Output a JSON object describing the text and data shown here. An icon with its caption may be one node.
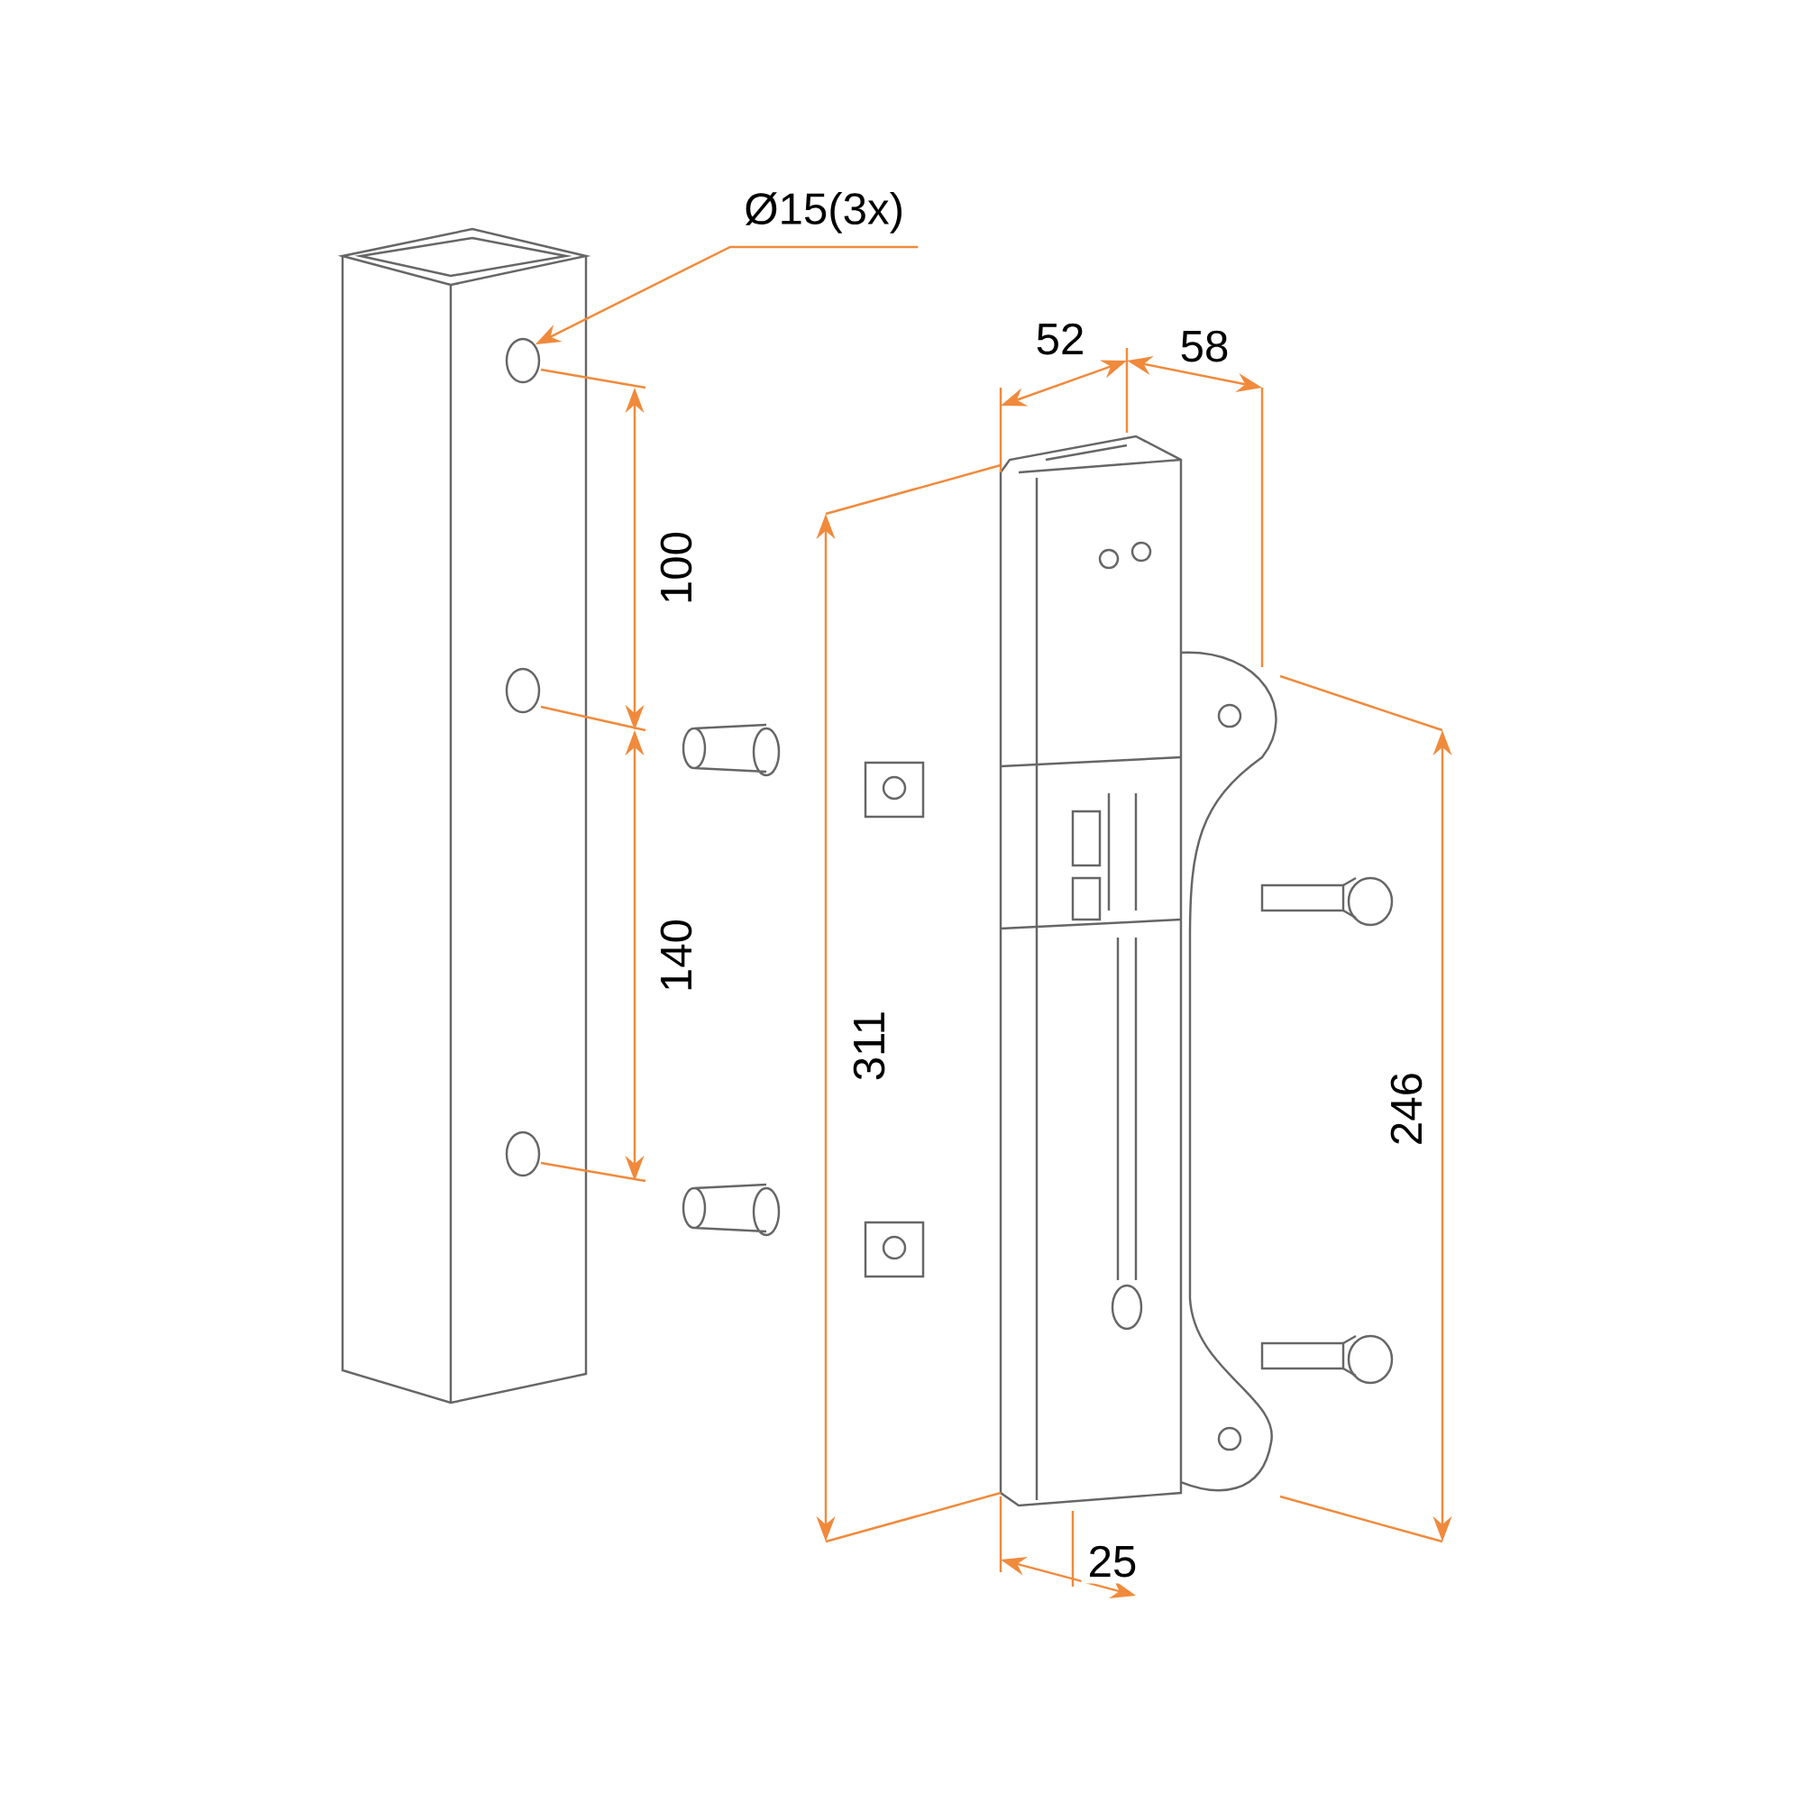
{
  "diagram": {
    "nodes": [
      {
        "text": [
          "Ø15(3x)"
        ]
      },
      {
        "text": [],
        "shape": "circle"
      }
    ],
    "edges": [
      {
        "from": 0,
        "to": 1,
        "arrow": "to"
      }
    ],
    "labels": [
      "52",
      "58",
      "100",
      "140",
      "311",
      "246",
      "25"
    ]
  }
}
